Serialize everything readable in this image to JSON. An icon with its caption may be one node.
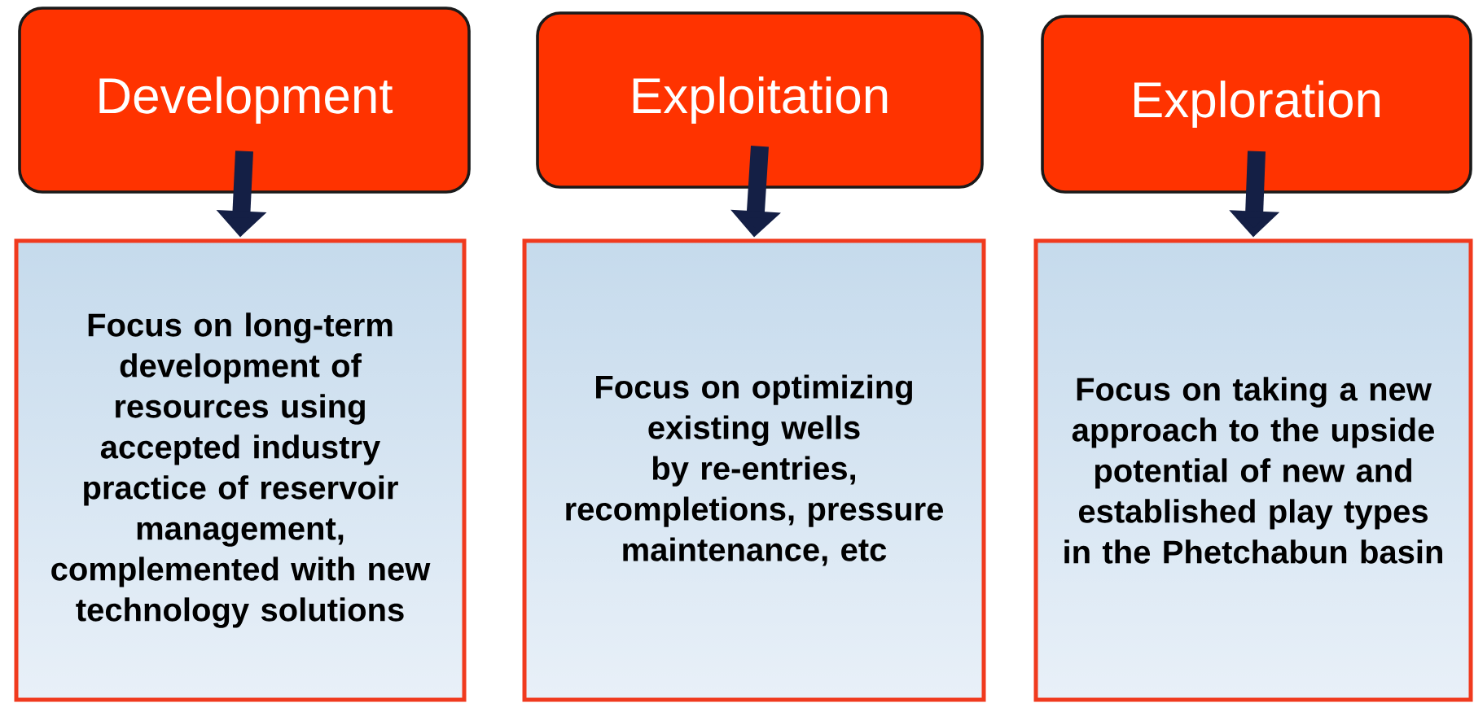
{
  "diagram": {
    "nodes": [
      {
        "text": [
          "Development"
        ]
      },
      {
        "text": [
          "Exploitation"
        ]
      },
      {
        "text": [
          "Exploration"
        ]
      },
      {
        "text": [
          "Focus on long-term development of resources using accepted industry practice of reservoir management, complemented with new technology solutions"
        ]
      },
      {
        "text": [
          "Focus on optimizing existing wells by re-entries, recompletions, pressure maintenance, etc"
        ]
      },
      {
        "text": [
          "Focus on taking a new approach to the upside potential of new and established play types in the Phetchabun basin"
        ]
      }
    ],
    "edges": [
      {
        "from": 0,
        "to": 3,
        "arrow": "to"
      },
      {
        "from": 1,
        "to": 4,
        "arrow": "to"
      },
      {
        "from": 2,
        "to": 5,
        "arrow": "to"
      }
    ]
  }
}
